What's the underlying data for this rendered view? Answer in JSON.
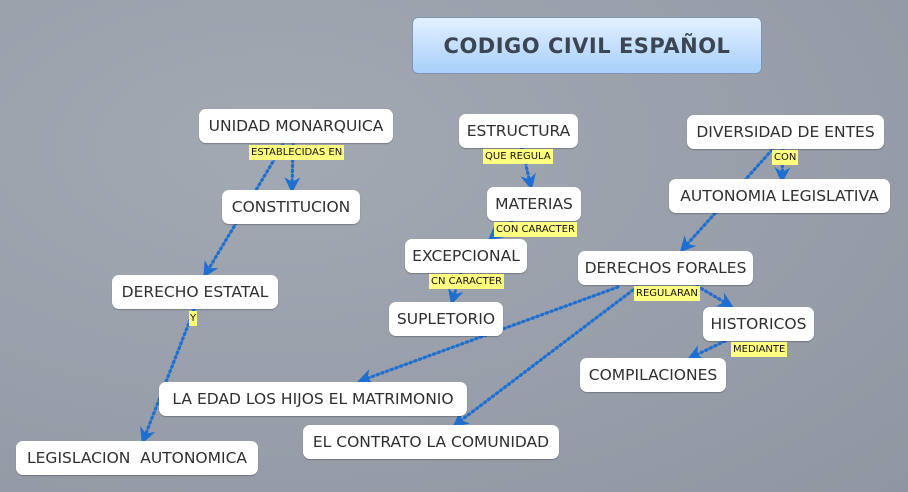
{
  "title": "CODIGO CIVIL ESPAÑOL",
  "colors": {
    "background": "#9aa1ac",
    "title_fill_top": "#e3f0ff",
    "title_fill_bottom": "#a7d0fb",
    "node_fill": "#ffffff",
    "link_label_fill": "#ffff80",
    "link_color": "#1f6fd1"
  },
  "nodes": {
    "unidad_monarquica": "UNIDAD MONARQUICA",
    "constitucion": "CONSTITUCION",
    "derecho_estatal": "DERECHO ESTATAL",
    "legislacion_autonomica": "LEGISLACION  AUTONOMICA",
    "estructura": "ESTRUCTURA",
    "materias": "MATERIAS",
    "excepcional": "EXCEPCIONAL",
    "supletorio": "SUPLETORIO",
    "diversidad_de_entes": "DIVERSIDAD DE ENTES",
    "autonomia_legislativa": "AUTONOMIA LEGISLATIVA",
    "derechos_forales": "DERECHOS FORALES",
    "historicos": "HISTORICOS",
    "compilaciones": "COMPILACIONES",
    "la_edad": "LA EDAD LOS HIJOS EL MATRIMONIO",
    "el_contrato": "EL CONTRATO LA COMUNIDAD"
  },
  "link_labels": {
    "establecidas_en": "ESTABLECIDAS EN",
    "y": "Y",
    "que_regula": "QUE REGULA",
    "con_caracter": "CON CARACTER",
    "cn_caracter": "CN CARACTER",
    "con": "CON",
    "regularan": "REGULARAN",
    "mediante": "MEDIANTE"
  }
}
